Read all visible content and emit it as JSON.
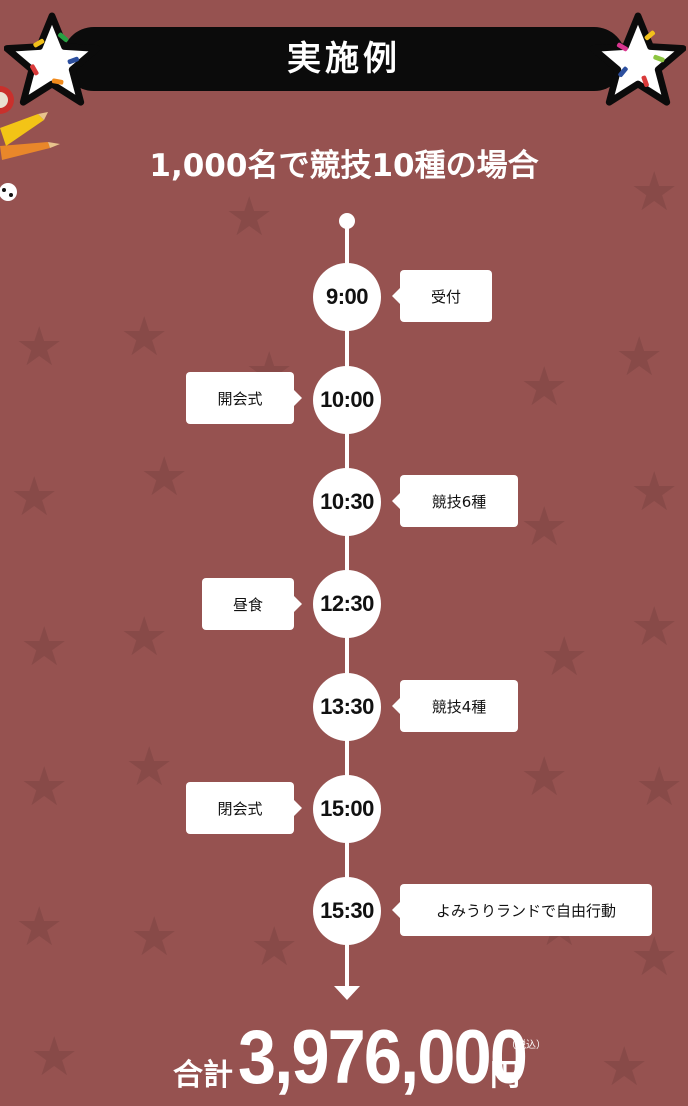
{
  "header": {
    "title": "実施例",
    "subtitle": "1,000名で競技10種の場合"
  },
  "schedule": [
    {
      "time": "9:00",
      "event": "受付"
    },
    {
      "time": "10:00",
      "event": "開会式"
    },
    {
      "time": "10:30",
      "event": "競技6種"
    },
    {
      "time": "12:30",
      "event": "昼食"
    },
    {
      "time": "13:30",
      "event": "競技4種"
    },
    {
      "time": "15:00",
      "event": "閉会式"
    },
    {
      "time": "15:30",
      "event": "よみうりランドで自由行動"
    }
  ],
  "total": {
    "label": "合計",
    "amount": "3,976,000",
    "unit": "円",
    "tax_note": "（税込）"
  },
  "colors": {
    "background": "#965250",
    "banner": "#0b0b0b",
    "text": "#ffffff"
  }
}
